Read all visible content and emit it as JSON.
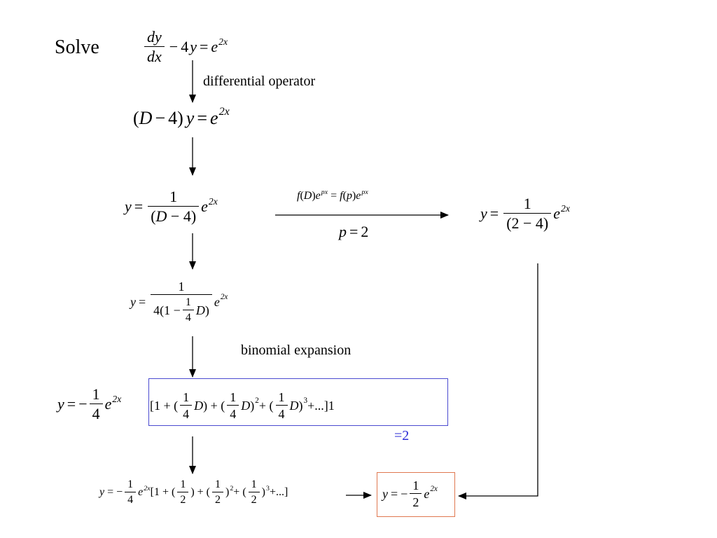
{
  "title": "Solve",
  "annotations": {
    "differential_operator": "differential operator",
    "binomial_expansion": "binomial expansion",
    "equals_two": "=2"
  },
  "labels": {
    "shift_rule": "f(D)e^{px} = f(p)e^{px}",
    "p_value": "p = 2"
  },
  "equations": {
    "ode": "dy/dx − 4y = e^{2x}",
    "operator_form": "(D − 4)y = e^{2x}",
    "inverse_operator": "y = 1/(D − 4) e^{2x}",
    "substituted": "y = 1/(2 − 4) e^{2x}",
    "factored": "y = 1/(4(1 − ¼D)) e^{2x}",
    "series": "y = −¼ e^{2x}[1 + (¼D) + (¼D)² + (¼D)³ + ...]1",
    "numeric_series": "y = −¼ e^{2x}[1 + (½) + (½)² + (½)³ + ...]",
    "result": "y = −½ e^{2x}"
  },
  "colors": {
    "series_box": "#4a4ad0",
    "result_box": "#e07850",
    "equals_two": "#2b2bd6",
    "text": "#000000"
  }
}
